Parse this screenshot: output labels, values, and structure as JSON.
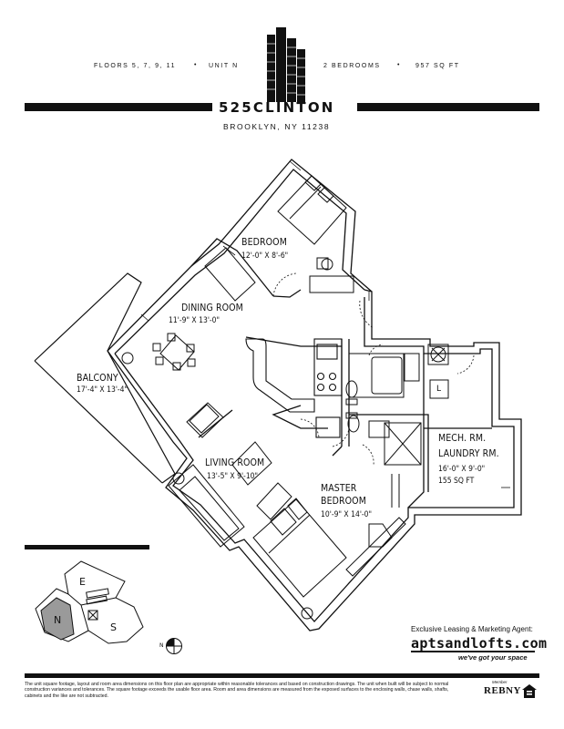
{
  "header": {
    "floors": "FLOORS 5, 7, 9, 11",
    "unit": "UNIT N",
    "bedrooms": "2 BEDROOMS",
    "area": "957 SQ FT",
    "building_name": "525CLINTON",
    "city": "BROOKLYN, NY 11238"
  },
  "rooms": {
    "bedroom": {
      "name": "BEDROOM",
      "dims": "12'-0\" X 8'-6\""
    },
    "dining": {
      "name": "DINING ROOM",
      "dims": "11'-9\" X 13'-0\""
    },
    "balcony": {
      "name": "BALCONY",
      "dims": "17'-4\" X 13'-4\""
    },
    "living": {
      "name": "LIVING ROOM",
      "dims": "13'-5\" X 9'-10\""
    },
    "master": {
      "name_line1": "MASTER",
      "name_line2": "BEDROOM",
      "dims": "10'-9\" X 14'-0\""
    },
    "mech": {
      "name_line1": "MECH. RM.",
      "name_line2": "LAUNDRY RM.",
      "dims": "16'-0\" X 9'-0\"",
      "area": "155 SQ FT"
    }
  },
  "keyplan": {
    "north_label": "N",
    "east_label": "E",
    "south_label": "S"
  },
  "compass": {
    "label": "N"
  },
  "laundry_symbol": "L",
  "agent": {
    "label": "Exclusive Leasing & Marketing Agent:",
    "url": "aptsandlofts.com",
    "tagline": "we've got your space"
  },
  "footer": {
    "disclaimer": "The unit square footage, layout and room area dimensions on this floor plan are appropriate within reasonable tolerances and based on construction drawings. The unit when built will be subject to normal construction variances and tolerances. The square footage exceeds the usable floor area. Room and area dimensions are measured from the exposed surfaces to the enclosing walls, chase walls, shafts, cabinets and the like are not subtracted.",
    "rebny_small": "Member",
    "rebny": "REBNY"
  },
  "icons": [
    "building-logo",
    "compass-icon",
    "equal-housing-icon"
  ]
}
